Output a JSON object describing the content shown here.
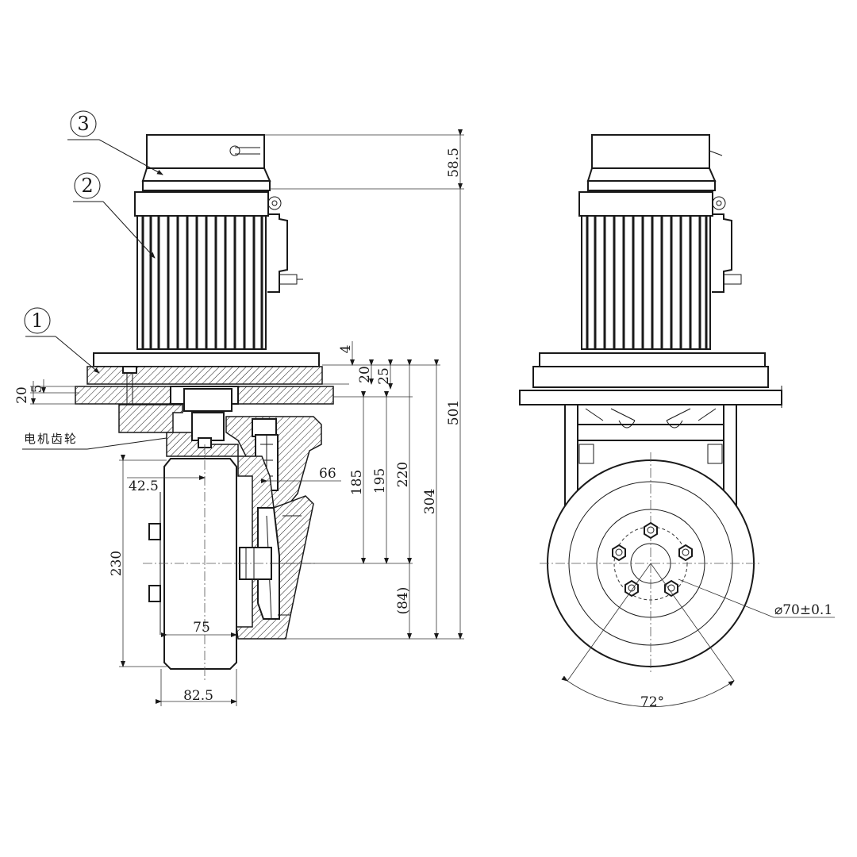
{
  "balloons": [
    "1",
    "2",
    "3"
  ],
  "callout_label": "电机齿轮",
  "dimensions": {
    "d_58_5": "58.5",
    "d_501": "501",
    "d_304": "304",
    "d_220": "220",
    "d_195": "195",
    "d_185": "185",
    "d_84": "(84)",
    "d_4": "4",
    "d_20_top": "20",
    "d_25": "25",
    "d_20_left": "20",
    "d_5": "5",
    "d_66": "66",
    "d_42_5": "42.5",
    "d_230": "230",
    "d_75": "75",
    "d_82_5": "82.5",
    "d_bolt_circle": "⌀70±0.1",
    "d_angle": "72°"
  }
}
